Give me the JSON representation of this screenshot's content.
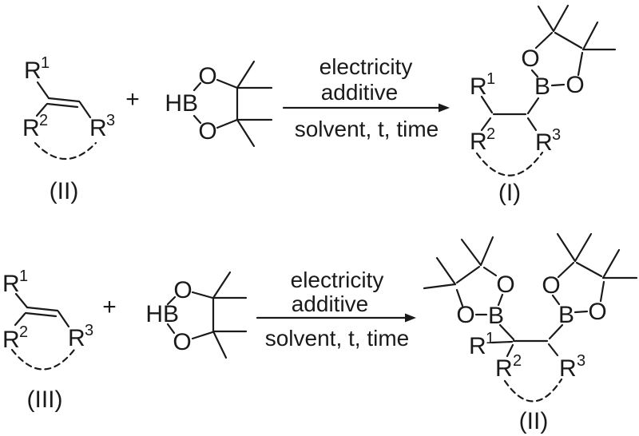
{
  "figure": {
    "background": "#ffffff",
    "ink": "#1a1a1a"
  },
  "schemes": [
    {
      "reactant": {
        "r1_base": "R",
        "r1_sup": "1",
        "r2_base": "R",
        "r2_sup": "2",
        "r3_base": "R",
        "r3_sup": "3",
        "label": "(II)"
      },
      "plus": "+",
      "borane": {
        "hb": "HB",
        "o_top": "O",
        "o_bottom": "O"
      },
      "conditions": {
        "above_line_1": "electricity",
        "above_line_2": "additive",
        "below_line": "solvent, t, time"
      },
      "product": {
        "r1_base": "R",
        "r1_sup": "1",
        "r2_base": "R",
        "r2_sup": "2",
        "r3_base": "R",
        "r3_sup": "3",
        "b": "B",
        "o_left": "O",
        "o_right": "O",
        "label": "(I)"
      }
    },
    {
      "reactant": {
        "r1_base": "R",
        "r1_sup": "1",
        "r2_base": "R",
        "r2_sup": "2",
        "r3_base": "R",
        "r3_sup": "3",
        "label": "(III)"
      },
      "plus": "+",
      "borane": {
        "hb": "HB",
        "o_top": "O",
        "o_bottom": "O"
      },
      "conditions": {
        "above_line_1": "electricity",
        "above_line_2": "additive",
        "below_line": "solvent, t, time"
      },
      "product": {
        "r1_base": "R",
        "r1_sup": "1",
        "r2_base": "R",
        "r2_sup": "2",
        "r3_base": "R",
        "r3_sup": "3",
        "b_left": "B",
        "b_right": "B",
        "ring_left_o_left": "O",
        "ring_left_o_right": "O",
        "ring_right_o_left": "O",
        "ring_right_o_right": "O",
        "label": "(II)"
      }
    }
  ]
}
